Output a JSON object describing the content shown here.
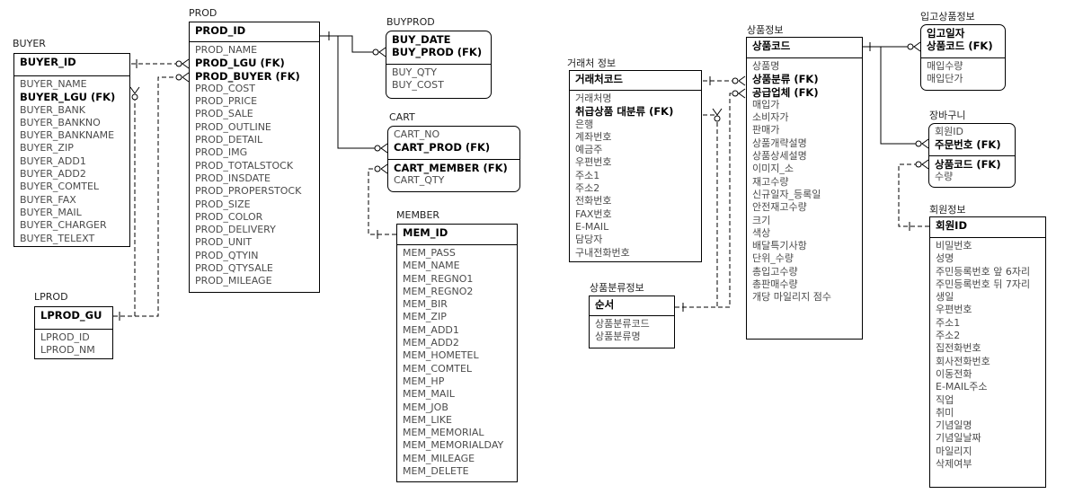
{
  "entities": {
    "buyer": {
      "name": "BUYER",
      "pk": [
        {
          "t": "BUYER_ID",
          "b": true
        }
      ],
      "attrs": [
        {
          "t": "BUYER_NAME"
        },
        {
          "t": "BUYER_LGU (FK)",
          "b": true
        },
        {
          "t": "BUYER_BANK"
        },
        {
          "t": "BUYER_BANKNO"
        },
        {
          "t": "BUYER_BANKNAME"
        },
        {
          "t": "BUYER_ZIP"
        },
        {
          "t": "BUYER_ADD1"
        },
        {
          "t": "BUYER_ADD2"
        },
        {
          "t": "BUYER_COMTEL"
        },
        {
          "t": "BUYER_FAX"
        },
        {
          "t": "BUYER_MAIL"
        },
        {
          "t": "BUYER_CHARGER"
        },
        {
          "t": "BUYER_TELEXT"
        }
      ]
    },
    "lprod": {
      "name": "LPROD",
      "pk": [
        {
          "t": "LPROD_GU",
          "b": true
        }
      ],
      "attrs": [
        {
          "t": "LPROD_ID"
        },
        {
          "t": "LPROD_NM"
        }
      ]
    },
    "prod": {
      "name": "PROD",
      "pk": [
        {
          "t": "PROD_ID",
          "b": true
        }
      ],
      "attrs": [
        {
          "t": "PROD_NAME"
        },
        {
          "t": "PROD_LGU (FK)",
          "b": true
        },
        {
          "t": "PROD_BUYER (FK)",
          "b": true
        },
        {
          "t": "PROD_COST"
        },
        {
          "t": "PROD_PRICE"
        },
        {
          "t": "PROD_SALE"
        },
        {
          "t": "PROD_OUTLINE"
        },
        {
          "t": "PROD_DETAIL"
        },
        {
          "t": "PROD_IMG"
        },
        {
          "t": "PROD_TOTALSTOCK"
        },
        {
          "t": "PROD_INSDATE"
        },
        {
          "t": "PROD_PROPERSTOCK"
        },
        {
          "t": "PROD_SIZE"
        },
        {
          "t": "PROD_COLOR"
        },
        {
          "t": "PROD_DELIVERY"
        },
        {
          "t": "PROD_UNIT"
        },
        {
          "t": "PROD_QTYIN"
        },
        {
          "t": "PROD_QTYSALE"
        },
        {
          "t": "PROD_MILEAGE"
        }
      ]
    },
    "buyprod": {
      "name": "BUYPROD",
      "pk": [
        {
          "t": "BUY_DATE",
          "b": true
        },
        {
          "t": "BUY_PROD (FK)",
          "b": true
        }
      ],
      "attrs": [
        {
          "t": "BUY_QTY"
        },
        {
          "t": "BUY_COST"
        }
      ]
    },
    "cart": {
      "name": "CART",
      "pk": [
        {
          "t": "CART_NO"
        },
        {
          "t": "CART_PROD (FK)",
          "b": true
        }
      ],
      "attrs": [
        {
          "t": "CART_MEMBER (FK)",
          "b": true
        },
        {
          "t": "CART_QTY"
        }
      ]
    },
    "member": {
      "name": "MEMBER",
      "pk": [
        {
          "t": "MEM_ID",
          "b": true
        }
      ],
      "attrs": [
        {
          "t": "MEM_PASS"
        },
        {
          "t": "MEM_NAME"
        },
        {
          "t": "MEM_REGNO1"
        },
        {
          "t": "MEM_REGNO2"
        },
        {
          "t": "MEM_BIR"
        },
        {
          "t": "MEM_ZIP"
        },
        {
          "t": "MEM_ADD1"
        },
        {
          "t": "MEM_ADD2"
        },
        {
          "t": "MEM_HOMETEL"
        },
        {
          "t": "MEM_COMTEL"
        },
        {
          "t": "MEM_HP"
        },
        {
          "t": "MEM_MAIL"
        },
        {
          "t": "MEM_JOB"
        },
        {
          "t": "MEM_LIKE"
        },
        {
          "t": "MEM_MEMORIAL"
        },
        {
          "t": "MEM_MEMORIALDAY"
        },
        {
          "t": "MEM_MILEAGE"
        },
        {
          "t": "MEM_DELETE"
        }
      ]
    },
    "trader": {
      "name": "거래처 정보",
      "pk": [
        {
          "t": "거래처코드",
          "b": true
        }
      ],
      "attrs": [
        {
          "t": "거래처명"
        },
        {
          "t": "취급상품 대분류 (FK)",
          "b": true
        },
        {
          "t": "은행"
        },
        {
          "t": "계좌번호"
        },
        {
          "t": "예금주"
        },
        {
          "t": "우편번호"
        },
        {
          "t": "주소1"
        },
        {
          "t": "주소2"
        },
        {
          "t": "전화번호"
        },
        {
          "t": "FAX번호"
        },
        {
          "t": "E-MAIL"
        },
        {
          "t": "담당자"
        },
        {
          "t": "구내전화번호"
        }
      ]
    },
    "category": {
      "name": "상품분류정보",
      "pk": [
        {
          "t": "순서",
          "b": true
        }
      ],
      "attrs": [
        {
          "t": "상품분류코드"
        },
        {
          "t": "상품분류명"
        }
      ]
    },
    "product": {
      "name": "상품정보",
      "pk": [
        {
          "t": "상품코드",
          "b": true
        }
      ],
      "attrs": [
        {
          "t": "상품명"
        },
        {
          "t": "상품분류 (FK)",
          "b": true
        },
        {
          "t": "공급업체 (FK)",
          "b": true
        },
        {
          "t": "매입가"
        },
        {
          "t": "소비자가"
        },
        {
          "t": "판매가"
        },
        {
          "t": "상품개략설명"
        },
        {
          "t": "상품상세설명"
        },
        {
          "t": "이미지_소"
        },
        {
          "t": "재고수량"
        },
        {
          "t": "신규일자_등록일"
        },
        {
          "t": "안전재고수량"
        },
        {
          "t": "크기"
        },
        {
          "t": "색상"
        },
        {
          "t": "배달특기사항"
        },
        {
          "t": "단위_수량"
        },
        {
          "t": "총입고수량"
        },
        {
          "t": "총판매수량"
        },
        {
          "t": "개당 마일리지 점수"
        }
      ]
    },
    "incoming": {
      "name": "입고상품정보",
      "pk": [
        {
          "t": "입고일자",
          "b": true
        },
        {
          "t": "상품코드 (FK)",
          "b": true
        }
      ],
      "attrs": [
        {
          "t": "매입수량"
        },
        {
          "t": "매입단가"
        }
      ]
    },
    "basket": {
      "name": "장바구니",
      "pk": [
        {
          "t": "회원ID"
        },
        {
          "t": "주문번호 (FK)",
          "b": true
        }
      ],
      "attrs": [
        {
          "t": "상품코드 (FK)",
          "b": true
        },
        {
          "t": "수량"
        }
      ]
    },
    "memberinfo": {
      "name": "회원정보",
      "pk": [
        {
          "t": "회원ID",
          "b": true
        }
      ],
      "attrs": [
        {
          "t": "비밀번호"
        },
        {
          "t": "성명"
        },
        {
          "t": "주민등록번호 앞 6자리"
        },
        {
          "t": "주민등록번호 뒤 7자리"
        },
        {
          "t": "생일"
        },
        {
          "t": "우편번호"
        },
        {
          "t": "주소1"
        },
        {
          "t": "주소2"
        },
        {
          "t": "집전화번호"
        },
        {
          "t": "회사전화번호"
        },
        {
          "t": "이동전화"
        },
        {
          "t": "E-MAIL주소"
        },
        {
          "t": "직업"
        },
        {
          "t": "취미"
        },
        {
          "t": "기념일명"
        },
        {
          "t": "기념일날짜"
        },
        {
          "t": "마일리지"
        },
        {
          "t": "삭제여부"
        }
      ]
    }
  }
}
